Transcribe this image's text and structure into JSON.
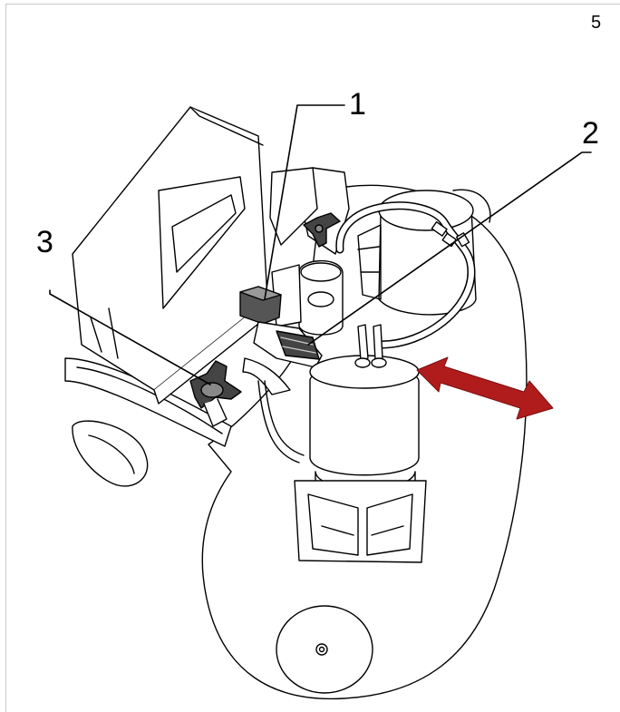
{
  "page": {
    "number": "5"
  },
  "callouts": [
    {
      "label": "1"
    },
    {
      "label": "2"
    },
    {
      "label": "3"
    }
  ],
  "colors": {
    "arrow": "#b01c1c",
    "line": "#000000",
    "frame": "#c8c8c8"
  }
}
